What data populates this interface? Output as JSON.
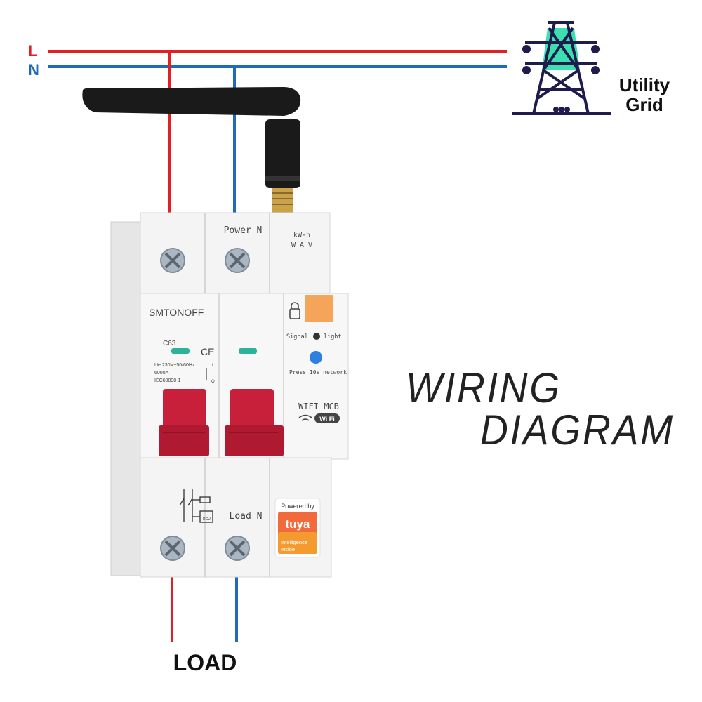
{
  "wires": {
    "line_label": "L",
    "neutral_label": "N",
    "line_color": "#e31e24",
    "neutral_color": "#1e6bb8"
  },
  "grid": {
    "label_1": "Utility",
    "label_2": "Grid",
    "tower_color": "#1f1b4d",
    "tower_accent": "#3ce0b0",
    "icon": "transmission-tower-icon"
  },
  "device": {
    "top_label": "Power N",
    "meter_units": "kW·h",
    "meter_symbols": "W A V",
    "brand": "SMTONOFF",
    "rating": "C63",
    "ce_mark": "CE",
    "spec_1": "Ue:230V~50/60Hz",
    "spec_2": "6000A",
    "spec_3": "IEC60898-1",
    "on_mark": "I",
    "off_mark": "O",
    "signal_label": "Signal",
    "light_label": "light",
    "network_label": "Press 10s network",
    "module_title": "WIFI MCB",
    "wifi_badge": "Wi Fi",
    "rcu_label": "RCU",
    "bottom_label": "Load N",
    "tuya_powered": "Powered by",
    "tuya_logo": "tuya",
    "tuya_line_1": "Intelligence",
    "tuya_line_2": "Inside",
    "handle_color": "#c8203a",
    "orange_color": "#f5a55a"
  },
  "load_label": "LOAD",
  "heading": {
    "line_1": "WIRING",
    "line_2": "DIAGRAM"
  }
}
